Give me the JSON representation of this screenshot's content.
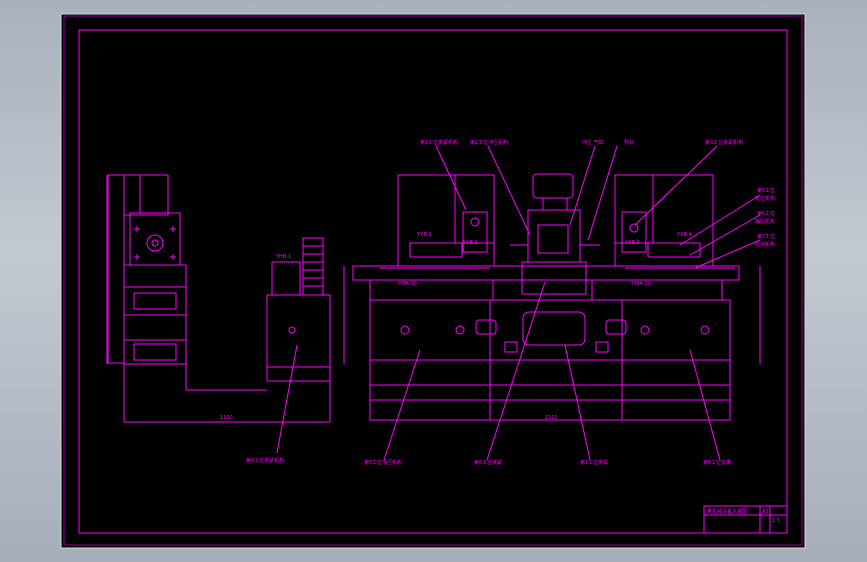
{
  "app": {
    "viewer": "CAD drawing viewer"
  },
  "colors": {
    "background_outer": "#b4bac3",
    "canvas": "#000000",
    "line": "#ff00ff",
    "frame": "#ff00ff"
  },
  "drawing": {
    "title_block": {
      "name": "某机械设备总装图",
      "cells": [
        "A3",
        "1:5"
      ]
    },
    "callouts": [
      "第1工位夹紧机构",
      "第2工位冲压机构",
      "第3工位夹紧机构",
      "冲压 气缸",
      "导轨",
      "第4工位夹紧机构",
      "第5工位液压机构",
      "第6工位夹紧",
      "第7工位夹具",
      "第8工位支撑"
    ],
    "side_notes": [
      "第5工位",
      "定位机构",
      "第6工位",
      "辅助机构",
      "第7工位",
      "检测机构"
    ],
    "labels": {
      "left_cylinder_tag": "YHB-1",
      "center_left_tag": "YXB-1",
      "center_mid_tag": "YXB-2",
      "center_right_tag": "YXB-3",
      "right_tag": "YXB-4",
      "left_rail": "PMA-10",
      "right_rail": "PMA-10",
      "bottom_left_dim": "1100",
      "bottom_right_dim": "2210"
    }
  }
}
